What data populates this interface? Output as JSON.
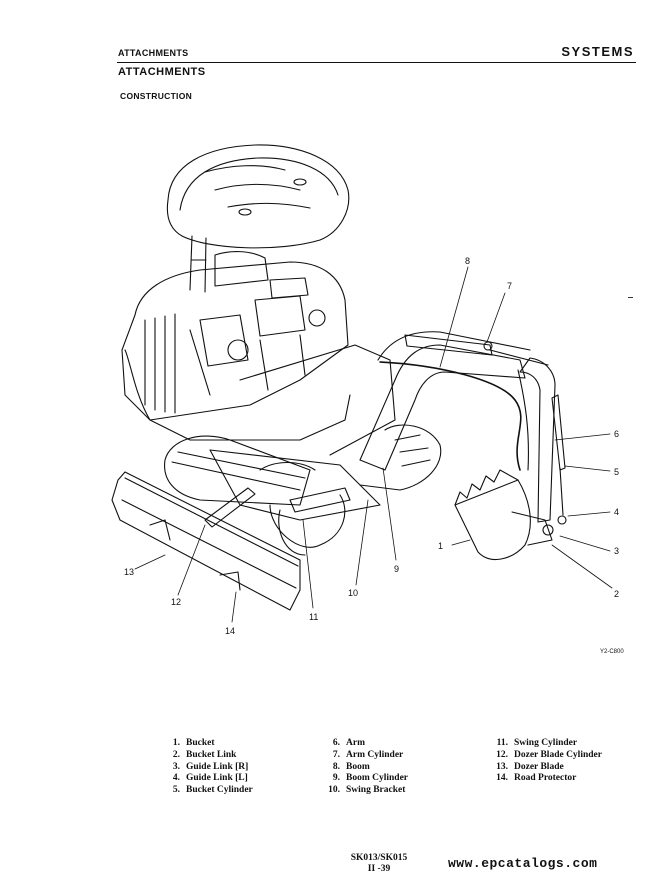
{
  "header": {
    "section": "ATTACHMENTS",
    "chapter": "SYSTEMS"
  },
  "page_title": "ATTACHMENTS",
  "subtitle": "CONSTRUCTION",
  "figure": {
    "code": "Y2-C800",
    "callouts": [
      "1",
      "2",
      "3",
      "4",
      "5",
      "6",
      "7",
      "8",
      "9",
      "10",
      "11",
      "12",
      "13",
      "14"
    ]
  },
  "legend": [
    [
      {
        "num": "1.",
        "label": "Bucket"
      },
      {
        "num": "2.",
        "label": "Bucket Link"
      },
      {
        "num": "3.",
        "label": "Guide Link [R]"
      },
      {
        "num": "4.",
        "label": "Guide Link [L]"
      },
      {
        "num": "5.",
        "label": "Bucket Cylinder"
      }
    ],
    [
      {
        "num": "6.",
        "label": "Arm"
      },
      {
        "num": "7.",
        "label": "Arm Cylinder"
      },
      {
        "num": "8.",
        "label": "Boom"
      },
      {
        "num": "9.",
        "label": "Boom Cylinder"
      },
      {
        "num": "10.",
        "label": "Swing Bracket"
      }
    ],
    [
      {
        "num": "11.",
        "label": "Swing Cylinder"
      },
      {
        "num": "12.",
        "label": "Dozer Blade Cylinder"
      },
      {
        "num": "13.",
        "label": "Dozer Blade"
      },
      {
        "num": "14.",
        "label": "Road Protector"
      }
    ]
  ],
  "footer": {
    "model": "SK013/SK015",
    "page": "II -39"
  },
  "watermark": "www.epcatalogs.com"
}
